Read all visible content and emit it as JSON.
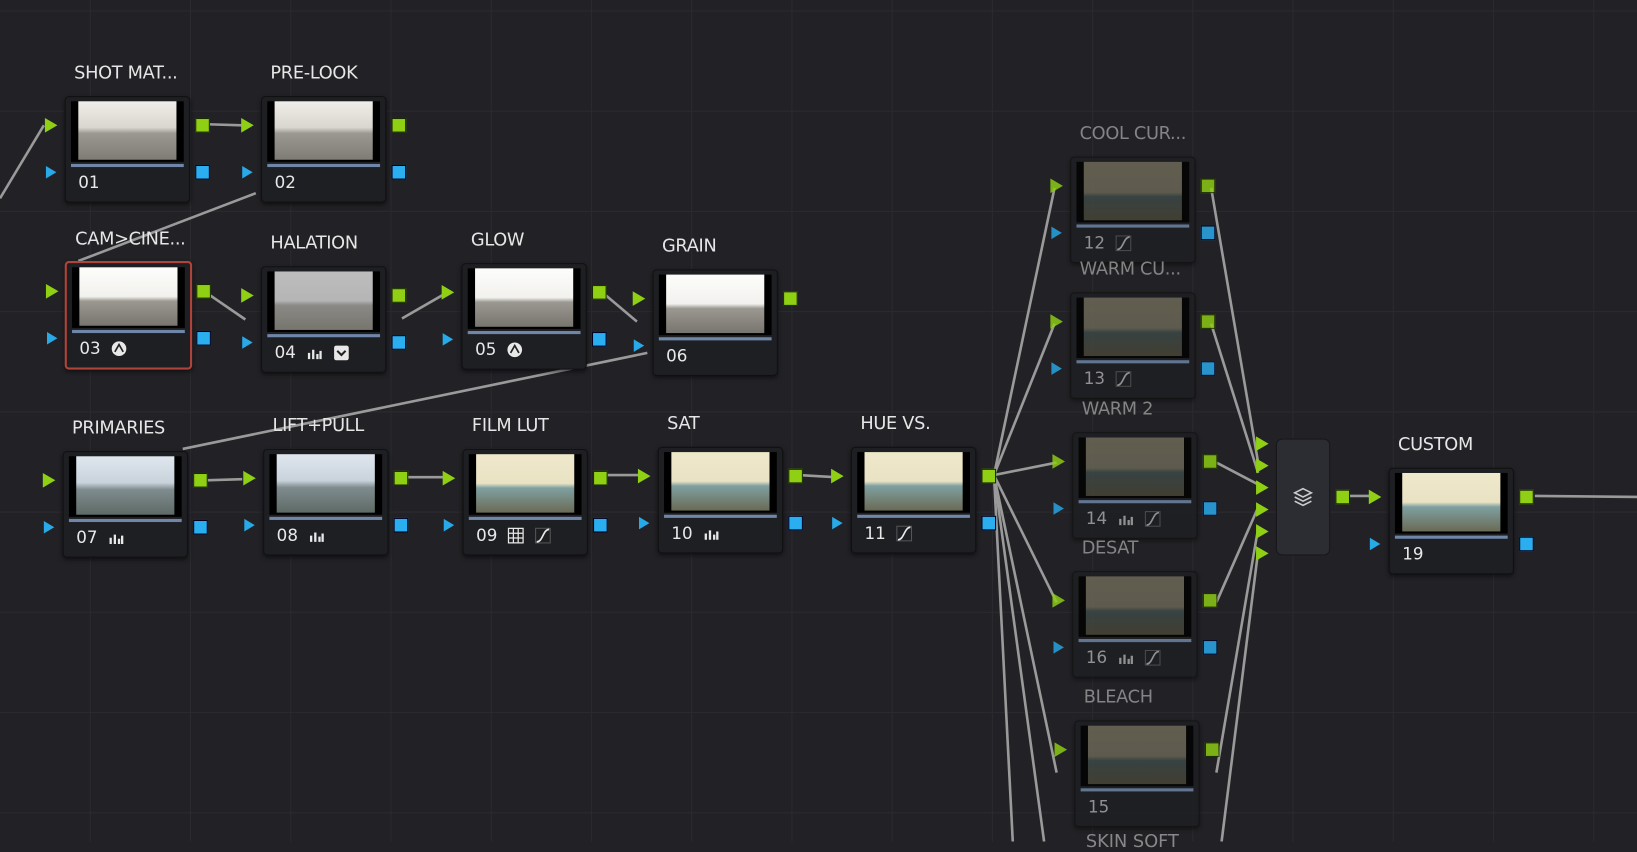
{
  "nodes": [
    {
      "id": "01",
      "label": "SHOT MAT...",
      "tone": "neutral",
      "icons": []
    },
    {
      "id": "02",
      "label": "PRE-LOOK",
      "tone": "neutral",
      "icons": []
    },
    {
      "id": "03",
      "label": "CAM>CINE...",
      "tone": "bright",
      "icons": [
        "ofx-icon"
      ],
      "selected": true
    },
    {
      "id": "04",
      "label": "HALATION",
      "tone": "gray",
      "icons": [
        "bars-icon",
        "checkbox-icon"
      ]
    },
    {
      "id": "05",
      "label": "GLOW",
      "tone": "bright",
      "icons": [
        "ofx-icon"
      ]
    },
    {
      "id": "06",
      "label": "GRAIN",
      "tone": "bright",
      "icons": []
    },
    {
      "id": "07",
      "label": "PRIMARIES",
      "tone": "cool",
      "icons": [
        "bars-icon"
      ]
    },
    {
      "id": "08",
      "label": "LIFT+PULL",
      "tone": "cool",
      "icons": [
        "bars-icon"
      ]
    },
    {
      "id": "09",
      "label": "FILM LUT",
      "tone": "warm",
      "icons": [
        "lut-grid-icon",
        "curve-icon"
      ]
    },
    {
      "id": "10",
      "label": "SAT",
      "tone": "warm",
      "icons": [
        "bars-icon"
      ]
    },
    {
      "id": "11",
      "label": "HUE VS.",
      "tone": "warm",
      "icons": [
        "curve-icon"
      ]
    },
    {
      "id": "12",
      "label": "COOL CUR...",
      "tone": "olive",
      "icons": [
        "curve-icon"
      ],
      "dim": true
    },
    {
      "id": "13",
      "label": "WARM CU...",
      "tone": "olive",
      "icons": [
        "curve-icon"
      ],
      "dim": true
    },
    {
      "id": "14",
      "label": "WARM 2",
      "tone": "olive",
      "icons": [
        "bars-icon",
        "curve-icon"
      ],
      "dim": true
    },
    {
      "id": "16",
      "label": "DESAT",
      "tone": "olive",
      "icons": [
        "bars-icon",
        "curve-icon"
      ],
      "dim": true
    },
    {
      "id": "15",
      "label": "BLEACH",
      "tone": "olive",
      "icons": [],
      "dim": true
    },
    {
      "id": "19",
      "label": "CUSTOM",
      "tone": "warm",
      "icons": []
    }
  ],
  "offscreen_label": "SKIN SOFT",
  "mixer": {
    "icon": "layer-mixer-icon",
    "inputs": 6
  },
  "colors": {
    "input_rgb": "#8fd014",
    "input_key": "#28a9e8",
    "selected": "#b0443a",
    "background": "#222226"
  }
}
